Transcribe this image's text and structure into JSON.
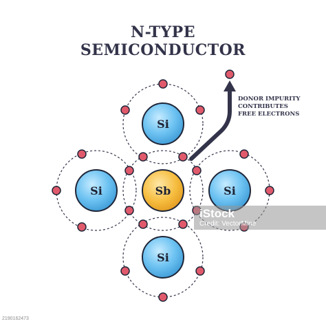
{
  "title": {
    "line1": "N-TYPE",
    "line2": "SEMICONDUCTOR"
  },
  "atoms": {
    "top": "Si",
    "left": "Si",
    "center": "Sb",
    "right": "Si",
    "bottom": "Si"
  },
  "annotation": {
    "line1": "DONOR IMPURITY",
    "line2": "CONTRIBUTES",
    "line3": "FREE ELECTRONS"
  },
  "watermark": {
    "brand": "iStock",
    "credit": "Credit: VectorMine"
  },
  "stock_id": "2190162473",
  "colors": {
    "title": "#33344a",
    "si_fill": "#58b7ee",
    "sb_fill": "#f6bd3f",
    "electron_fill": "#e05a6c",
    "outline": "#1f2638",
    "arrow": "#33344a",
    "orbit": "#33344a"
  }
}
